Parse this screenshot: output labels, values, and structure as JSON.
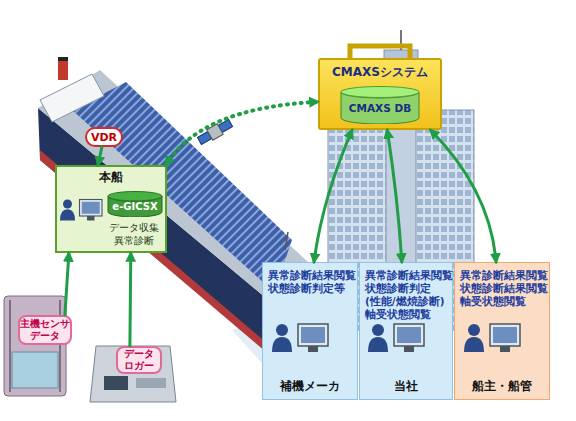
{
  "diagram": {
    "nodes": [
      {
        "text": [
          "VDR"
        ]
      },
      {
        "text": [
          "本船",
          "データ収集 異常診断"
        ]
      },
      {
        "text": [
          "e-GICSX"
        ],
        "in": 1
      },
      {
        "text": [
          "主機センサ データ"
        ]
      },
      {
        "text": [
          "データ ロガー"
        ]
      },
      {
        "text": [
          "CMAXSシステム"
        ]
      },
      {
        "text": [
          "CMAXS DB"
        ],
        "in": 5
      },
      {
        "text": [
          "異常診断結果閲覧 状態診断判定等",
          "補機メーカ"
        ]
      },
      {
        "text": [
          "異常診断結果閲覧 状態診断判定 (性能/燃焼診断) 軸受状態閲覧",
          "当社"
        ]
      },
      {
        "text": [
          "異常診断結果閲覧 状態診断結果閲覧 軸受状態閲覧",
          "船主・船管"
        ]
      }
    ],
    "edges": [
      {
        "from": 0,
        "to": 1,
        "arrow": "to"
      },
      {
        "from": 3,
        "to": 1,
        "arrow": "to"
      },
      {
        "from": 4,
        "to": 1,
        "arrow": "to"
      },
      {
        "from": 1,
        "to": 5,
        "arrow": "both"
      },
      {
        "from": 5,
        "to": 7,
        "arrow": "both"
      },
      {
        "from": 5,
        "to": 8,
        "arrow": "both"
      },
      {
        "from": 5,
        "to": 9,
        "arrow": "both"
      }
    ]
  }
}
